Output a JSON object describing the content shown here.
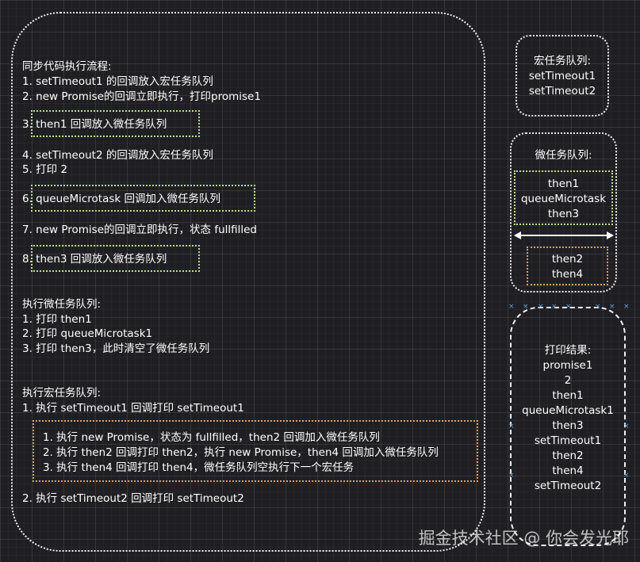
{
  "main": {
    "sync_title": "同步代码执行流程:",
    "sync_steps": [
      "1. setTimeout1 的回调放入宏任务队列",
      "2. new Promise的回调立即执行，打印promise1",
      "3. then1 回调放入微任务队列",
      "4. setTimeout2 的回调放入宏任务队列",
      "5. 打印 2",
      "6. queueMicrotask 回调加入微任务队列",
      "7. new Promise的回调立即执行，状态 fullfilled",
      "8. then3 回调放入微任务队列"
    ],
    "micro_title": "执行微任务队列:",
    "micro_steps": [
      "1. 打印 then1",
      "2. 打印 queueMicrotask1",
      "3. 打印 then3，此时清空了微任务队列"
    ],
    "macro_title": "执行宏任务队列:",
    "macro_step1": "1. 执行 setTimeout1 回调打印 setTimeout1",
    "macro_sub_steps": [
      "1. 执行 new Promise，状态为 fullfilled，then2 回调加入微任务队列",
      "2. 执行 then2 回调打印 then2，执行 new Promise，then4 回调加入微任务队列",
      "3. 执行 then4 回调打印 then4，微任务队列空执行下一个宏任务"
    ],
    "macro_step2": "2. 执行 setTimeout2 回调打印 setTimeout2"
  },
  "macro_queue": {
    "title": "宏任务队列:",
    "items": [
      "setTimeout1",
      "setTimeout2"
    ]
  },
  "micro_queue": {
    "title": "微任务队列:",
    "items_first": [
      "then1",
      "queueMicrotask",
      "then3"
    ],
    "items_second": [
      "then2",
      "then4"
    ]
  },
  "output": {
    "title": "打印结果:",
    "items": [
      "promise1",
      "2",
      "then1",
      "queueMicrotask1",
      "then3",
      "setTimeout1",
      "then2",
      "then4",
      "setTimeout2"
    ]
  },
  "watermark": "掘金技术社区 @ 你会发光耶",
  "icons": {
    "resize_handle": "×",
    "arrow": "double-headed-arrow-icon"
  },
  "colors": {
    "background": "#1f1f23",
    "white_border": "#f2f2f2",
    "green_border": "#b9e08a",
    "orange_border": "#e0a060",
    "handle": "#5aa0e0"
  }
}
